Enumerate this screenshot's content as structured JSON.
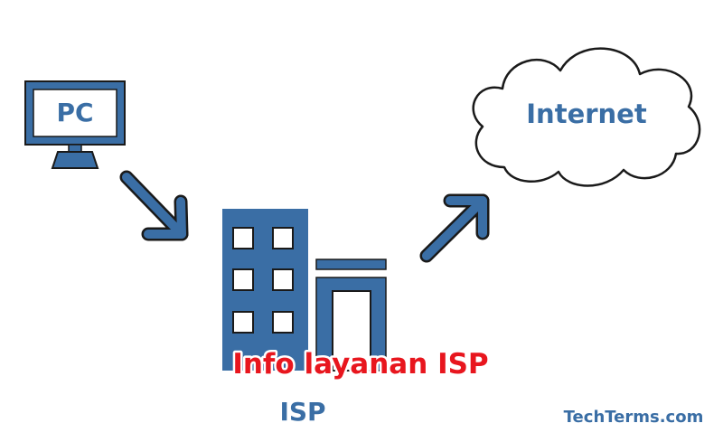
{
  "diagram": {
    "nodes": {
      "pc": {
        "label": "PC",
        "icon": "computer-monitor-icon"
      },
      "isp": {
        "label": "ISP",
        "icon": "building-icon"
      },
      "internet": {
        "label": "Internet",
        "icon": "cloud-icon"
      }
    },
    "edges": [
      {
        "from": "pc",
        "to": "isp"
      },
      {
        "from": "isp",
        "to": "internet"
      }
    ],
    "overlay_caption": "Info layanan ISP",
    "watermark": "TechTerms.com"
  },
  "colors": {
    "primary": "#3a6ea5",
    "outline": "#1a1a1a",
    "window": "#ffffff",
    "caption": "#e8161e",
    "background": "#ffffff"
  }
}
